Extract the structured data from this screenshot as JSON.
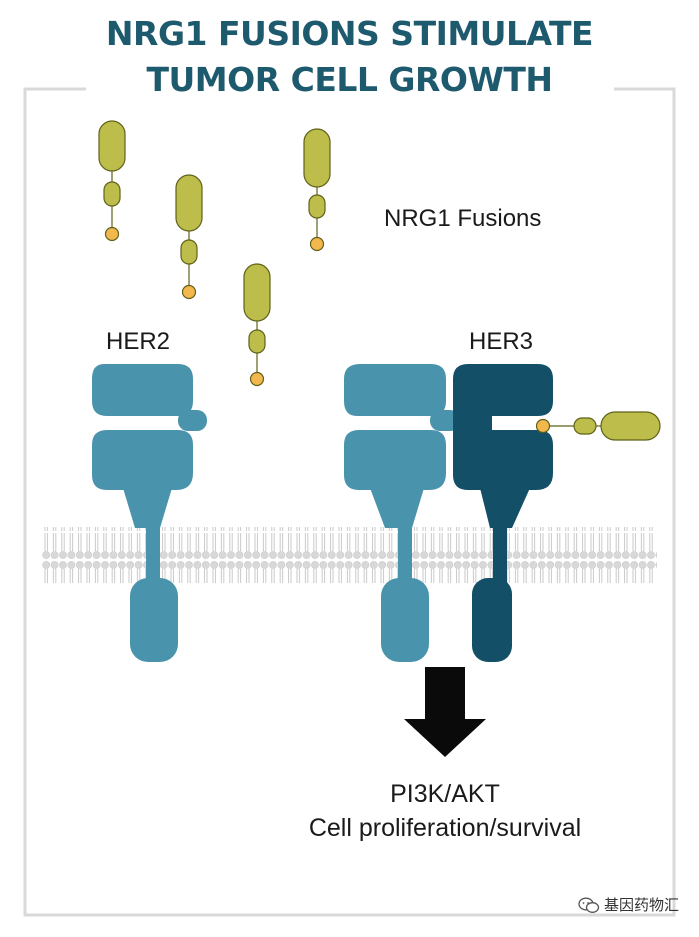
{
  "title": {
    "line1": "NRG1 FUSIONS STIMULATE",
    "line2": "TUMOR CELL GROWTH"
  },
  "labels": {
    "nrg1": "NRG1 Fusions",
    "her2": "HER2",
    "her3": "HER3",
    "pathway": "PI3K/AKT",
    "outcome": "Cell proliferation/survival"
  },
  "watermark": {
    "text": "基因药物汇",
    "icon": "wechat-icon"
  },
  "colors": {
    "title": "#1e5a6e",
    "her2": "#4a93ad",
    "her3": "#134f66",
    "ligand_body": "#bcbd4b",
    "ligand_stroke": "#5f6118",
    "ligand_ball": "#f2b84e",
    "membrane": "#d6d6d6",
    "arrow": "#0a0a0a"
  }
}
